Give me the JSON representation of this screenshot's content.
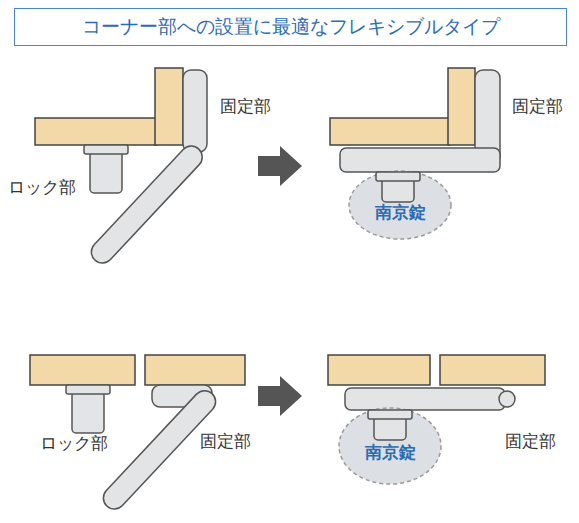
{
  "diagram": {
    "title": "コーナー部への設置に最適なフレキシブルタイプ",
    "nodes": [
      {
        "text": [
          "南京錠"
        ]
      },
      {
        "text": [
          "南京錠"
        ]
      }
    ],
    "labels": [
      "固定部",
      "ロック部",
      "固定部",
      "ロック部",
      "固定部",
      "固定部"
    ]
  }
}
